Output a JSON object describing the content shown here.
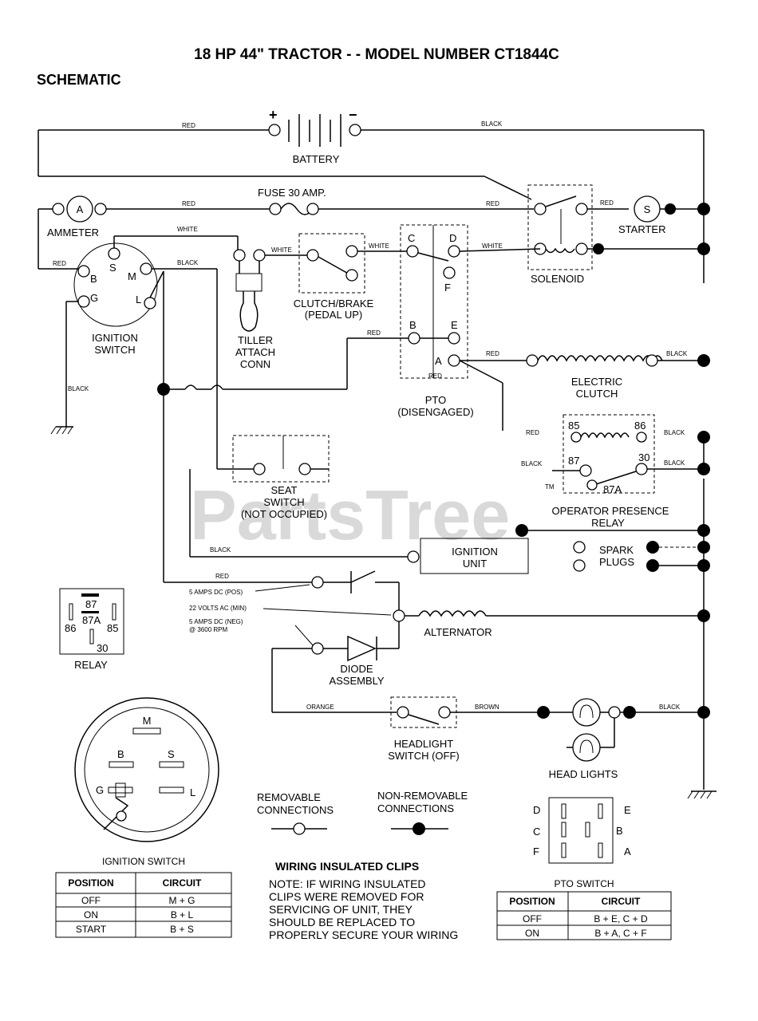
{
  "title": "18 HP 44\" TRACTOR - - MODEL NUMBER CT1844C",
  "section": "SCHEMATIC",
  "watermark": "PartsTree",
  "trademark": "TM",
  "components": {
    "battery": "BATTERY",
    "battery_pos": "+",
    "battery_neg": "−",
    "fuse": "FUSE 30 AMP.",
    "ammeter": "AMMETER",
    "ammeter_symbol": "A",
    "starter": "STARTER",
    "starter_symbol": "S",
    "solenoid": "SOLENOID",
    "ignition_switch_line1": "IGNITION",
    "ignition_switch_line2": "SWITCH",
    "ign_terms": {
      "S": "S",
      "B": "B",
      "M": "M",
      "G": "G",
      "L": "L"
    },
    "tiller_line1": "TILLER",
    "tiller_line2": "ATTACH",
    "tiller_line3": "CONN",
    "clutch_brake_line1": "CLUTCH/BRAKE",
    "clutch_brake_line2": "(PEDAL UP)",
    "pto_line1": "PTO",
    "pto_line2": "(DISENGAGED)",
    "pto_terms": {
      "C": "C",
      "D": "D",
      "F": "F",
      "B": "B",
      "E": "E",
      "A": "A"
    },
    "electric_clutch_line1": "ELECTRIC",
    "electric_clutch_line2": "CLUTCH",
    "seat_switch_line1": "SEAT",
    "seat_switch_line2": "SWITCH",
    "seat_switch_line3": "(NOT OCCUPIED)",
    "opr_line1": "OPERATOR PRESENCE",
    "opr_line2": "RELAY",
    "relay_terms": {
      "t85": "85",
      "t86": "86",
      "t87": "87",
      "t30": "30",
      "t87a": "87A"
    },
    "ignition_unit_line1": "IGNITION",
    "ignition_unit_line2": "UNIT",
    "spark_plugs_line1": "SPARK",
    "spark_plugs_line2": "PLUGS",
    "alternator": "ALTERNATOR",
    "diode_line1": "DIODE",
    "diode_line2": "ASSEMBLY",
    "headlight_switch_line1": "HEADLIGHT",
    "headlight_switch_line2": "SWITCH (OFF)",
    "head_lights": "HEAD LIGHTS",
    "relay_box_label": "RELAY",
    "alt_pos": "5 AMPS DC (POS)",
    "alt_min": "22 VOLTS AC (MIN)",
    "alt_neg_line1": "5 AMPS DC (NEG)",
    "alt_neg_line2": "@ 3600 RPM"
  },
  "wires": {
    "red": "RED",
    "black": "BLACK",
    "white": "WHITE",
    "orange": "ORANGE",
    "brown": "BROWN"
  },
  "legend": {
    "removable_line1": "REMOVABLE",
    "removable_line2": "CONNECTIONS",
    "non_removable_line1": "NON-REMOVABLE",
    "non_removable_line2": "CONNECTIONS",
    "clips_title": "WIRING INSULATED CLIPS",
    "note_lines": [
      "NOTE: IF WIRING INSULATED",
      "CLIPS WERE REMOVED FOR",
      "SERVICING OF UNIT, THEY",
      "SHOULD BE REPLACED TO",
      "PROPERLY SECURE YOUR WIRING"
    ]
  },
  "ignition_switch_table": {
    "caption": "IGNITION SWITCH",
    "headers": [
      "POSITION",
      "CIRCUIT"
    ],
    "rows": [
      [
        "OFF",
        "M + G"
      ],
      [
        "ON",
        "B + L"
      ],
      [
        "START",
        "B + S"
      ]
    ]
  },
  "pto_switch_table": {
    "caption": "PTO SWITCH",
    "headers": [
      "POSITION",
      "CIRCUIT"
    ],
    "rows": [
      [
        "OFF",
        "B + E, C + D"
      ],
      [
        "ON",
        "B + A, C + F"
      ]
    ]
  },
  "ign_plug_terms": {
    "M": "M",
    "B": "B",
    "S": "S",
    "G": "G",
    "L": "L"
  },
  "pto_plug_terms": {
    "D": "D",
    "E": "E",
    "C": "C",
    "B": "B",
    "F": "F",
    "A": "A"
  },
  "relay_box_terms": {
    "t87": "87",
    "t87a": "87A",
    "t86": "86",
    "t85": "85",
    "t30": "30"
  }
}
